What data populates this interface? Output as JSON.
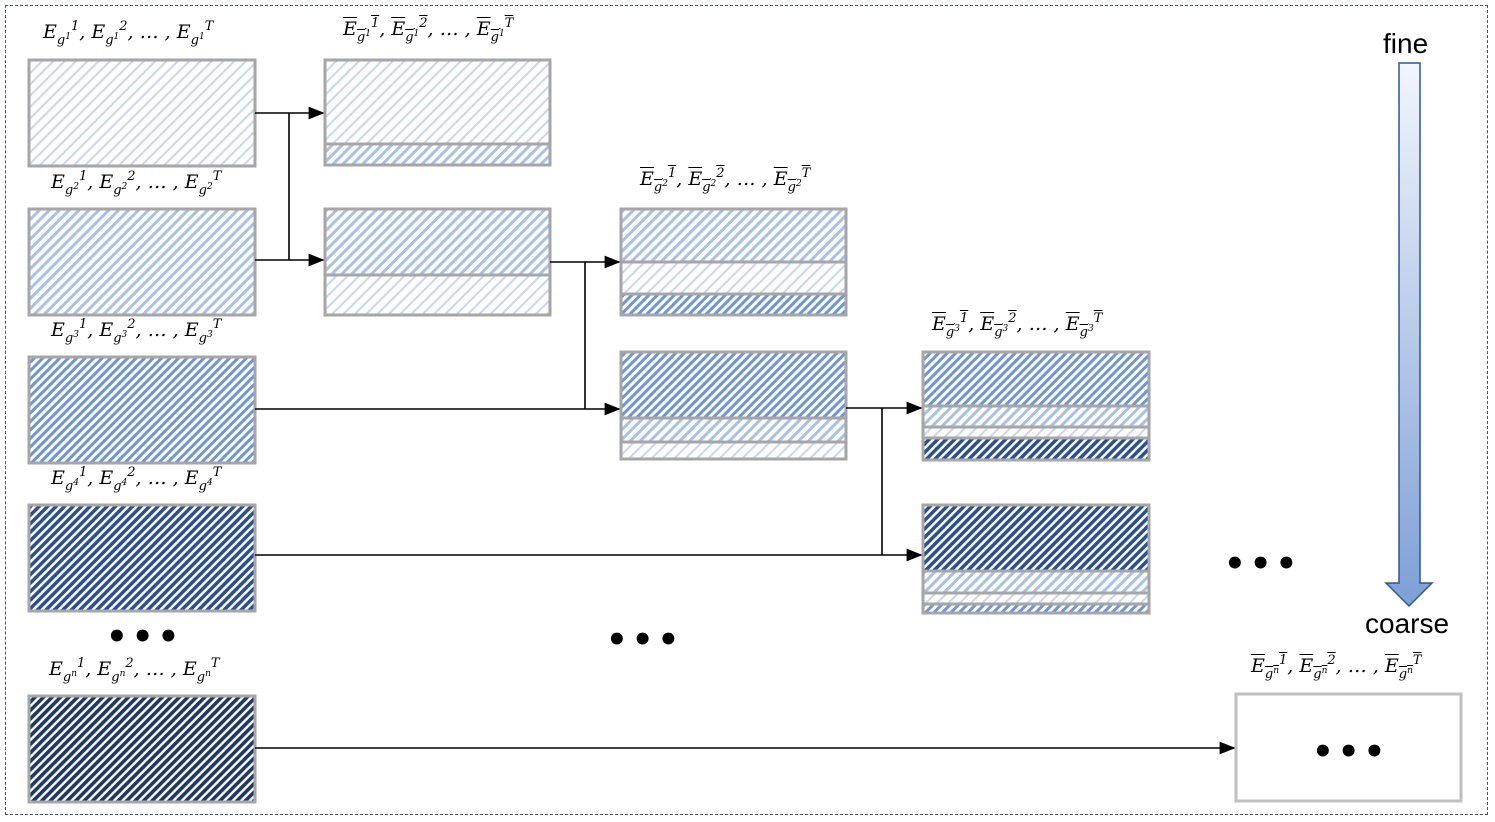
{
  "inputs": [
    {
      "id": "g1",
      "sup": "1",
      "density": 1
    },
    {
      "id": "g2",
      "sup": "2",
      "density": 2
    },
    {
      "id": "g3",
      "sup": "3",
      "density": 3
    },
    {
      "id": "g4",
      "sup": "4",
      "density": 4
    },
    {
      "id": "gn",
      "sup": "n",
      "density": 5
    }
  ],
  "outputs": [
    {
      "id": "g1",
      "sup": "1"
    },
    {
      "id": "g2",
      "sup": "2"
    },
    {
      "id": "g3",
      "sup": "3"
    },
    {
      "id": "gn",
      "sup": "n"
    }
  ],
  "label_parts": {
    "E": "E",
    "g": "g",
    "sup1": "1",
    "sup2": "2",
    "supT": "T",
    "ellipsis": "…"
  },
  "arrow": {
    "top_label": "fine",
    "bottom_label": "coarse"
  },
  "ellipsis": "•••",
  "colors": {
    "d1": "#c9d7ee",
    "d2": "#a9c1e6",
    "d3": "#6f95d6",
    "d4": "#2c4f93",
    "d5": "#1f3864",
    "border": "#a6a6a6",
    "arrow_top": "#f2f6fc",
    "arrow_bottom": "#7e9fd6",
    "frame": "#44546a"
  }
}
